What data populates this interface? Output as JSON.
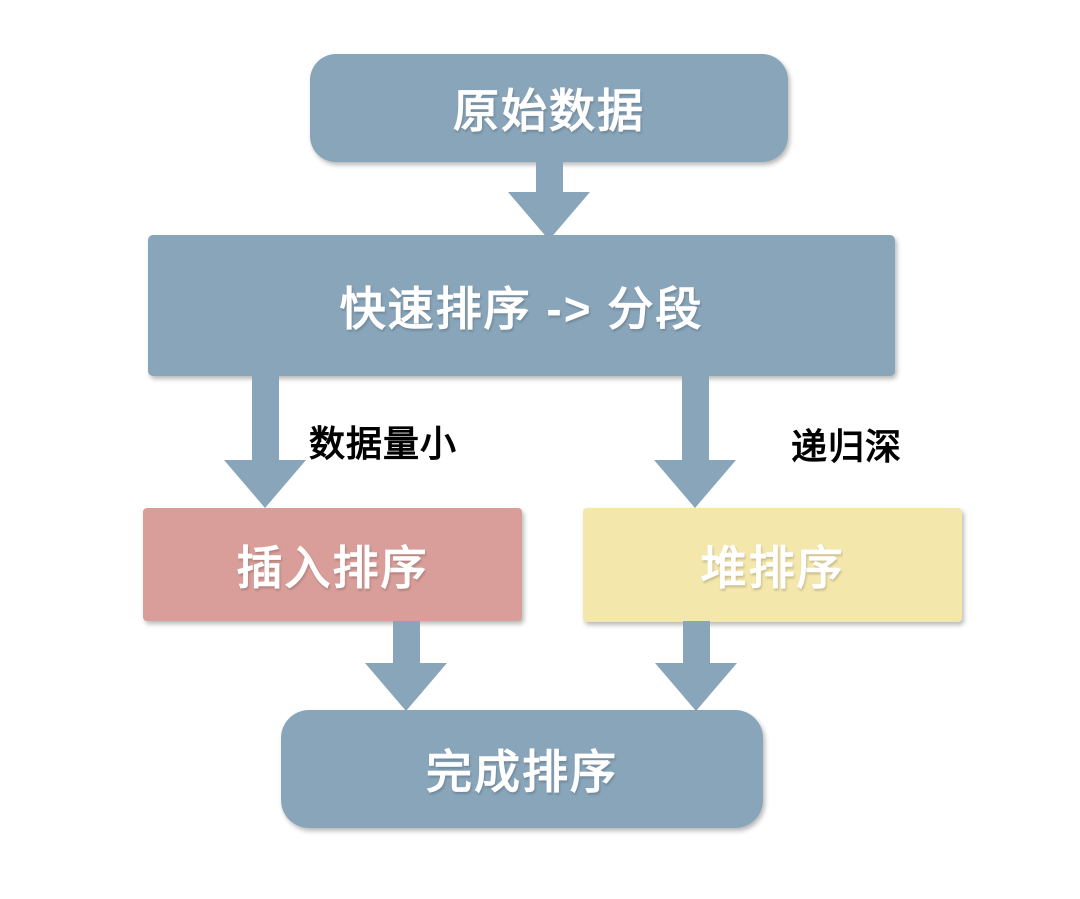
{
  "diagram": {
    "background_color": "#FFFFFF",
    "colors": {
      "node_blue": "#89A5BA",
      "node_pink": "#D99E99",
      "node_yellow": "#F4E7AC",
      "arrow": "#89A5BA",
      "node_text": "#FFFFFF",
      "edge_label_text": "#000000"
    },
    "nodes": [
      {
        "id": "source",
        "label": "原始数据",
        "shape": "rounded-rect",
        "fill": "node_blue"
      },
      {
        "id": "quicksort",
        "label": "快速排序 -> 分段",
        "shape": "rect",
        "fill": "node_blue"
      },
      {
        "id": "insertion-sort",
        "label": "插入排序",
        "shape": "rect",
        "fill": "node_pink"
      },
      {
        "id": "heap-sort",
        "label": "堆排序",
        "shape": "rect",
        "fill": "node_yellow"
      },
      {
        "id": "done",
        "label": "完成排序",
        "shape": "rounded-rect",
        "fill": "node_blue"
      }
    ],
    "edges": [
      {
        "from": "source",
        "to": "quicksort",
        "label": ""
      },
      {
        "from": "quicksort",
        "to": "insertion-sort",
        "label": "数据量小"
      },
      {
        "from": "quicksort",
        "to": "heap-sort",
        "label": "递归深"
      },
      {
        "from": "insertion-sort",
        "to": "done",
        "label": ""
      },
      {
        "from": "heap-sort",
        "to": "done",
        "label": ""
      }
    ]
  }
}
